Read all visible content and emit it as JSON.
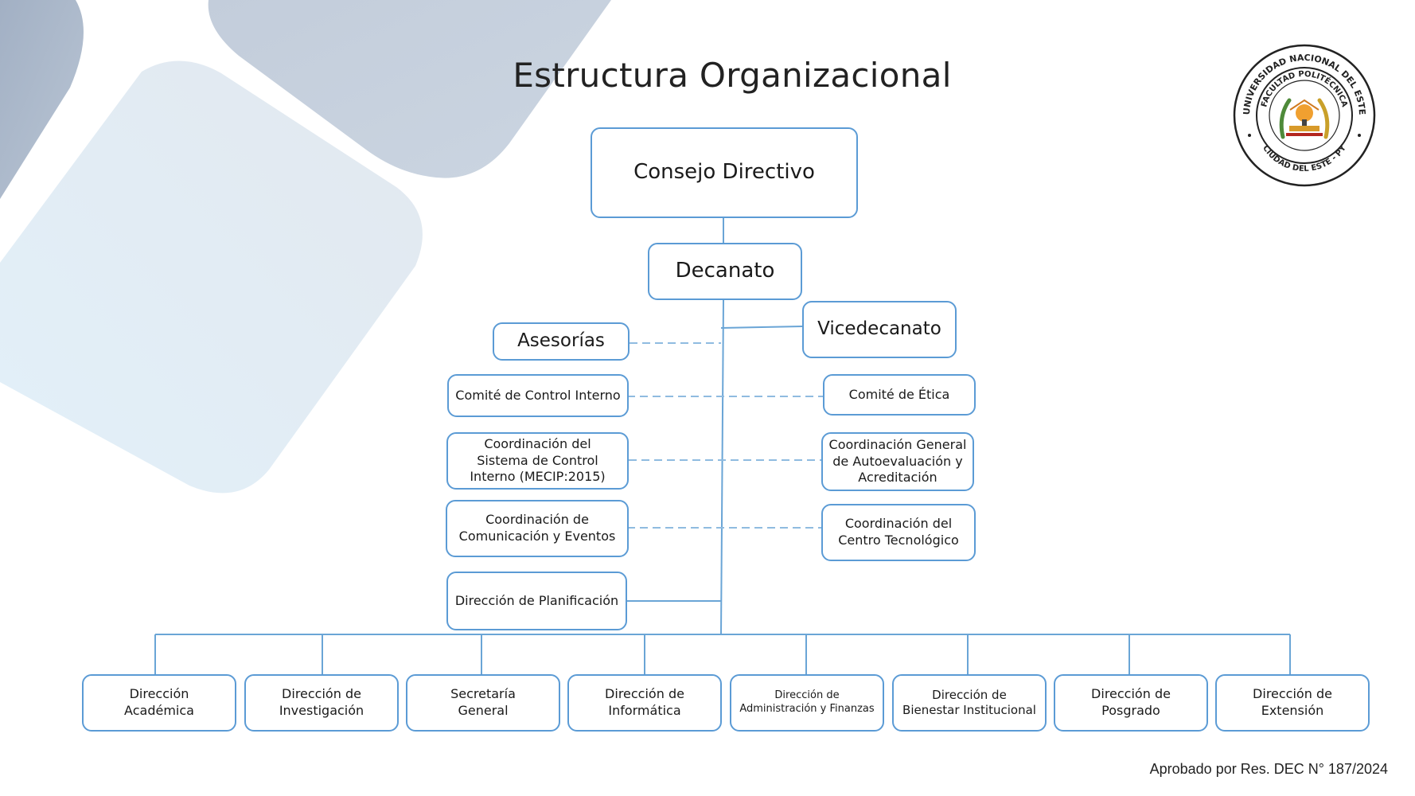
{
  "title": "Estructura Organizacional",
  "seal": {
    "outer_text": "UNIVERSIDAD NACIONAL DEL ESTE",
    "inner_text": "FACULTAD POLITÉCNICA",
    "bottom_text": "CIUDAD DEL ESTE - PY"
  },
  "nodes": {
    "consejo": "Consejo Directivo",
    "decanato": "Decanato",
    "vicedecanato": "Vicedecanato",
    "asesorias": "Asesorías",
    "comite_control": "Comité de Control  Interno",
    "comite_etica": "Comité de Ética",
    "coord_mecip": "Coordinación del\nSistema de Control\nInterno (MECIP:2015)",
    "coord_autoeval": "Coordinación General\nde Autoevaluación y\nAcreditación",
    "coord_comunicacion": "Coordinación de\nComunicación  y Eventos",
    "coord_centro": "Coordinación del\nCentro Tecnológico",
    "dir_planificacion": "Dirección de Planificación"
  },
  "directions": [
    "Dirección\nAcadémica",
    "Dirección de\nInvestigación",
    "Secretaría\nGeneral",
    "Dirección de\nInformática",
    "Dirección de\nAdministración y Finanzas",
    "Dirección de\nBienestar Institucional",
    "Dirección de\nPosgrado",
    "Dirección de\nExtensión"
  ],
  "footer": "Aprobado por Res. DEC N° 187/2024",
  "colors": {
    "box_border": "#5b9bd5",
    "connector": "#6aa5d6",
    "dashed": "#8fbbe0"
  }
}
